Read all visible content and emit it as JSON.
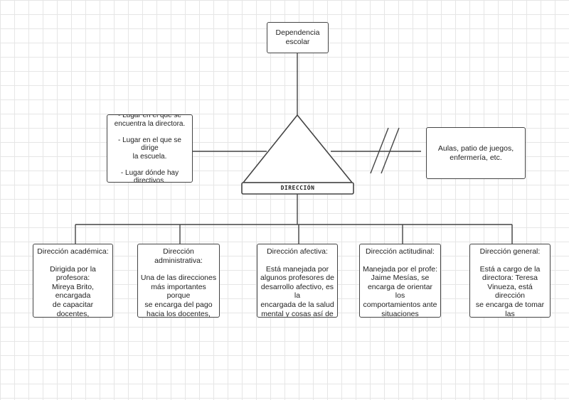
{
  "top_node": {
    "text": "Dependencia\nescolar"
  },
  "left_node": {
    "text": "- Lugar en el que se\nencuentra la directora.\n\n- Lugar en el que se dirige\nla escuela.\n\n- Lugar dónde hay\ndirectivos."
  },
  "right_node": {
    "text": "Aulas, patio de juegos,\nenfermería, etc."
  },
  "center_node": {
    "label": "DIRECCIÓN"
  },
  "children": [
    {
      "title": "Dirección académica:",
      "body": "Dirigida por la profesora:\nMireya Brito, encargada\nde capacitar docentes,\nrealizar estrategias y\nretroalimentaciones\npedagógicas, etc."
    },
    {
      "title": "Dirección administrativa:",
      "body": "Una de las direcciones\nmás importantes porque\nse encarga del pago\nhacia los docentes,\ninscripciones y comprar\nlas cosas para el colegio."
    },
    {
      "title": "Dirección afectiva:",
      "body": "Está manejada por\nalgunos profesores de\ndesarrollo afectivo, es la\nencargada de la salud\nmental y cosas así de los\nestudiantes."
    },
    {
      "title": "Dirección actitudinal:",
      "body": "Manejada por el profe:\nJaime Mesías, se\nencarga de orientar los\ncomportamientos ante\nsituaciones específicas\nen el colegio."
    },
    {
      "title": "Dirección general:",
      "body": "Está a cargo de la\ndirectora: Teresa\nVinueza, está dirección\nse encarga de tomar las\ndecisiones en el colegio\ny aceptar pagos, etc."
    }
  ],
  "colors": {
    "stroke": "#444444",
    "grid": "#e6e6e6"
  }
}
